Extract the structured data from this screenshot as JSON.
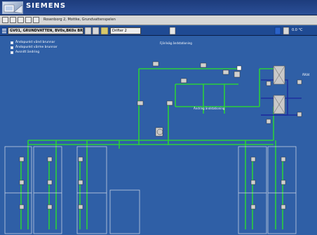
{
  "app": {
    "brand": "SIEMENS",
    "breadcrumb": "Rosenborg 2, Mottke, Grundvattenspelen",
    "location": "GV01, GRUNDVATTEN, BV0x,BK0x BRUNNAR",
    "view_select": "Drifter 2",
    "temp": "0.0 °C"
  },
  "legend": {
    "items": [
      "Ändopunkt vänd brunnar",
      "Ändopunkt värme brunnar",
      "Avsnitt ändring"
    ]
  },
  "labels": {
    "top_flow": "Fjärilväg ändstationing",
    "mid_flow": "Ändring ändstationing",
    "right_flow": "ÄR04"
  },
  "colors": {
    "pipe": "#2ccf3a",
    "background": "#2f5fa6",
    "exchanger": "#c9c9c9",
    "return_pipe": "#1e2f9e"
  }
}
